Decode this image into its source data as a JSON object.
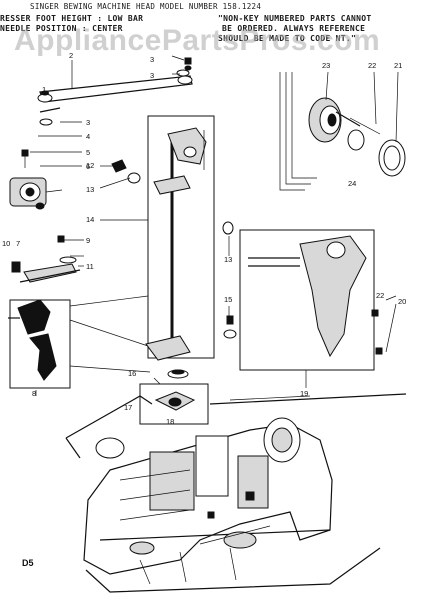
{
  "header": {
    "line1": "SINGER BEWING MACHINE HEAD MODEL NUMBER 158.1224",
    "left2": "RESSER FOOT HEIGHT : LOW BAR",
    "left3": "NEEDLE POSITION : CENTER",
    "right2": "\"NON-KEY NUMBERED PARTS CANNOT",
    "right3": "BE ORDERED. ALWAYS REFERENCE",
    "right4": "SHOULD BE MADE TO CODE NT.\""
  },
  "watermark": "AppliancePartsPros.com",
  "page_code": "D5",
  "parts": {
    "p1": "1",
    "p2": "2",
    "p3a": "3",
    "p3b": "3",
    "p3c": "3",
    "p4": "4",
    "p5": "5",
    "p6": "6",
    "p7": "7",
    "p8": "8",
    "p9": "9",
    "p10": "10",
    "p11": "11",
    "p12": "12",
    "p13a": "13",
    "p13b": "13",
    "p14": "14",
    "p15": "15",
    "p16": "16",
    "p17": "17",
    "p18": "18",
    "p19": "19",
    "p20": "20",
    "p21": "21",
    "p22a": "22",
    "p22b": "22",
    "p23": "23",
    "p24": "24"
  }
}
